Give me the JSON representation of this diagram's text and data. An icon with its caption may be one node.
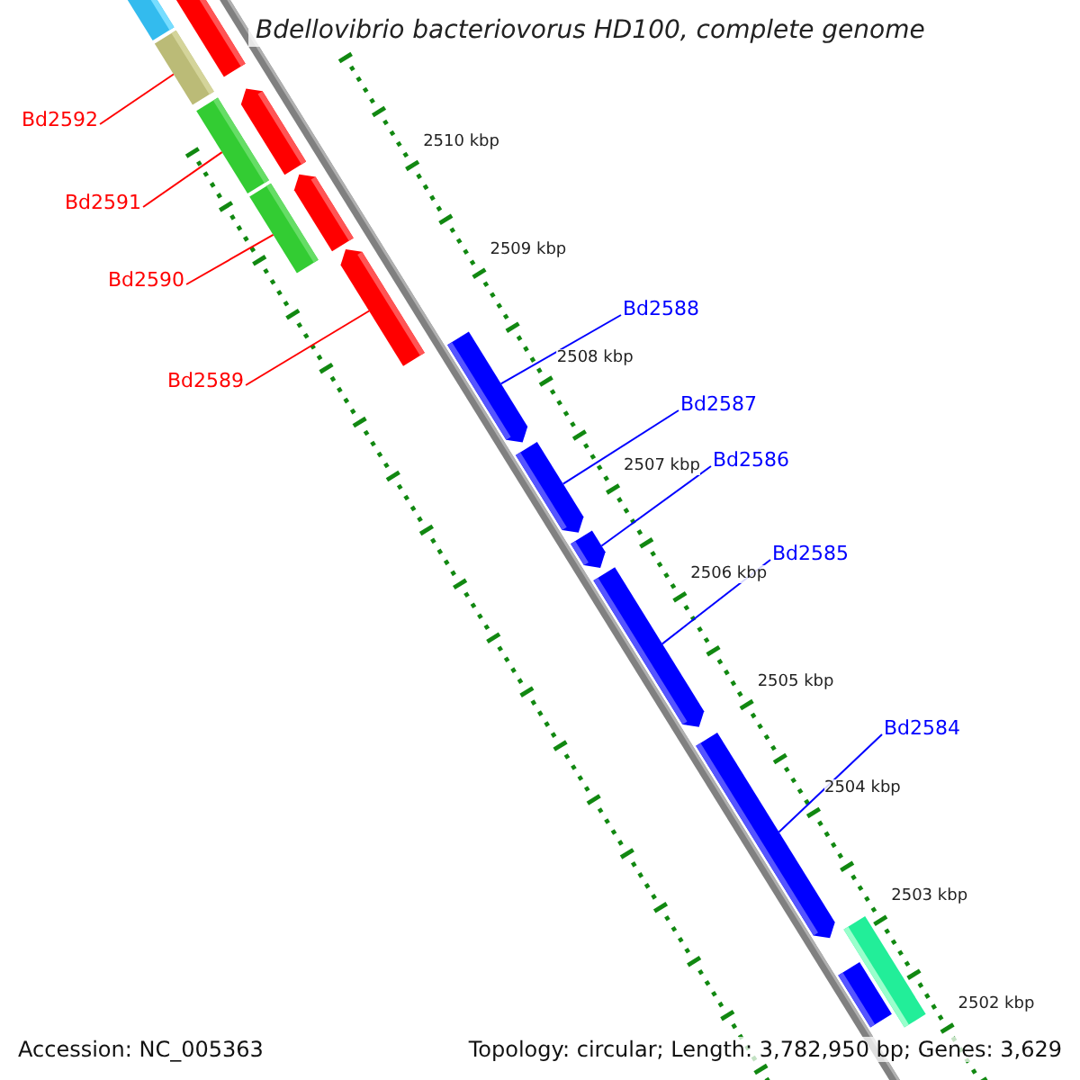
{
  "diagram": {
    "title": "Bdellovibrio bacteriovorus HD100, complete genome",
    "nodes": [
      {
        "text": [
          "Bd2592"
        ]
      },
      {
        "text": [
          "Bd2591"
        ]
      },
      {
        "text": [
          "Bd2590"
        ]
      },
      {
        "text": [
          "Bd2589"
        ]
      },
      {
        "text": [
          "Bd2588"
        ]
      },
      {
        "text": [
          "Bd2587"
        ]
      },
      {
        "text": [
          "Bd2586"
        ]
      },
      {
        "text": [
          "Bd2585"
        ]
      },
      {
        "text": [
          "Bd2584"
        ]
      },
      {
        "text": [],
        "shape": "bar"
      },
      {
        "text": [],
        "shape": "bar"
      },
      {
        "text": [],
        "shape": "bar"
      },
      {
        "text": [],
        "shape": "bar"
      },
      {
        "text": [],
        "shape": "pentagon"
      },
      {
        "text": [],
        "shape": "bar"
      },
      {
        "text": [],
        "shape": "pentagon"
      },
      {
        "text": [],
        "shape": "pentagon"
      },
      {
        "text": [],
        "shape": "pentagon"
      },
      {
        "text": [],
        "shape": "pentagon"
      },
      {
        "text": [],
        "shape": "pentagon"
      },
      {
        "text": [],
        "shape": "pentagon"
      },
      {
        "text": [],
        "shape": "pentagon"
      },
      {
        "text": [],
        "shape": "bar"
      },
      {
        "text": [],
        "shape": "bar"
      }
    ],
    "edges": [
      {
        "from": 0,
        "to": 11,
        "arrow": "none",
        "color": "#ff0000"
      },
      {
        "from": 1,
        "to": 12,
        "arrow": "none",
        "color": "#ff0000"
      },
      {
        "from": 2,
        "to": 14,
        "arrow": "none",
        "color": "#ff0000"
      },
      {
        "from": 3,
        "to": 16,
        "arrow": "none",
        "color": "#ff0000"
      },
      {
        "from": 4,
        "to": 17,
        "arrow": "none",
        "color": "#0000ff"
      },
      {
        "from": 5,
        "to": 18,
        "arrow": "none",
        "color": "#0000ff"
      },
      {
        "from": 6,
        "to": 19,
        "arrow": "none",
        "color": "#0000ff"
      },
      {
        "from": 7,
        "to": 20,
        "arrow": "none",
        "color": "#0000ff"
      },
      {
        "from": 8,
        "to": 21,
        "arrow": "none",
        "color": "#0000ff"
      }
    ],
    "labels": [
      "2510 kbp",
      "2509 kbp",
      "2508 kbp",
      "2507 kbp",
      "2506 kbp",
      "2505 kbp",
      "2504 kbp",
      "2503 kbp",
      "2502 kbp",
      "Accession: NC_005363",
      "Topology: circular; Length: 3,782,950 bp; Genes: 3,629"
    ]
  }
}
